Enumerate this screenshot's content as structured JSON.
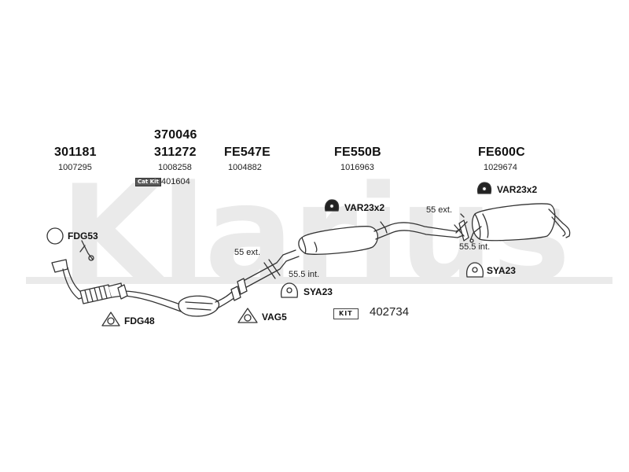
{
  "watermark": {
    "text": "Klarius"
  },
  "columns": [
    {
      "part": "301181",
      "sub": "1007295"
    },
    {
      "part_top": "370046",
      "part": "311272",
      "sub": "1008258",
      "cat_badge": "Cat Kit",
      "cat_number": "401604"
    },
    {
      "part": "FE547E",
      "sub": "1004882"
    },
    {
      "part": "FE550B",
      "sub": "1016963"
    },
    {
      "part": "FE600C",
      "sub": "1029674"
    }
  ],
  "accessories": {
    "fdg53": "FDG53",
    "fdg48": "FDG48",
    "vag5": "VAG5",
    "sya23_mid": "SYA23",
    "sya23_right": "SYA23",
    "var23_mid": "VAR23x2",
    "var23_right": "VAR23x2"
  },
  "joints": {
    "mid_ext": "55 ext.",
    "mid_int": "55.5 int.",
    "right_ext": "55 ext.",
    "right_int": "55.5 int."
  },
  "kit": {
    "badge": "KIT",
    "number": "402734"
  },
  "colors": {
    "line": "#333333",
    "watermark": "#eaeaea",
    "badge_bg": "#5a5a5a"
  }
}
